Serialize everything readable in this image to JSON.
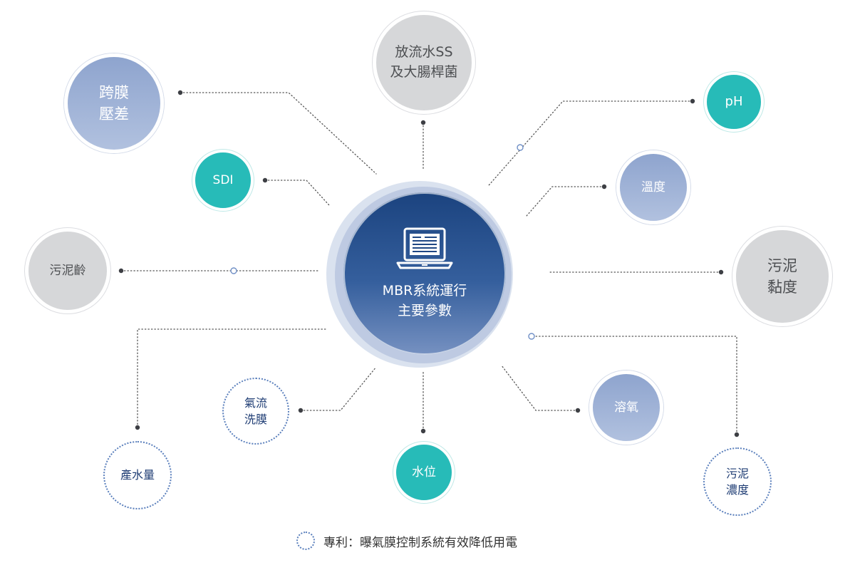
{
  "center": {
    "label": "MBR系統運行\n主要參數",
    "icon": "laptop-icon"
  },
  "parameters": [
    {
      "id": "tmp",
      "label": "跨膜\n壓差",
      "style": "blue"
    },
    {
      "id": "effluent-ss",
      "label": "放流水SS\n及大腸桿菌",
      "style": "grey"
    },
    {
      "id": "ph",
      "label": "pH",
      "style": "teal"
    },
    {
      "id": "sdi",
      "label": "SDI",
      "style": "teal"
    },
    {
      "id": "temperature",
      "label": "溫度",
      "style": "blue"
    },
    {
      "id": "sludge-age",
      "label": "污泥齡",
      "style": "grey"
    },
    {
      "id": "sludge-viscosity",
      "label": "污泥\n黏度",
      "style": "grey"
    },
    {
      "id": "air-scour",
      "label": "氣流\n洗膜",
      "style": "patent"
    },
    {
      "id": "dissolved-oxygen",
      "label": "溶氧",
      "style": "blue"
    },
    {
      "id": "water-production",
      "label": "產水量",
      "style": "patent"
    },
    {
      "id": "water-level",
      "label": "水位",
      "style": "teal"
    },
    {
      "id": "sludge-concentration",
      "label": "污泥\n濃度",
      "style": "patent"
    }
  ],
  "legend": {
    "label": "專利：曝氣膜控制系統有效降低用電",
    "icon": "dotted-ring-icon"
  },
  "colors": {
    "center_dark": "#1b437f",
    "teal": "#27bbb8",
    "soft_blue": "#8ea4ce",
    "grey": "#d6d7d9",
    "patent_ring": "#5a7fbc",
    "connector": "#555555"
  }
}
